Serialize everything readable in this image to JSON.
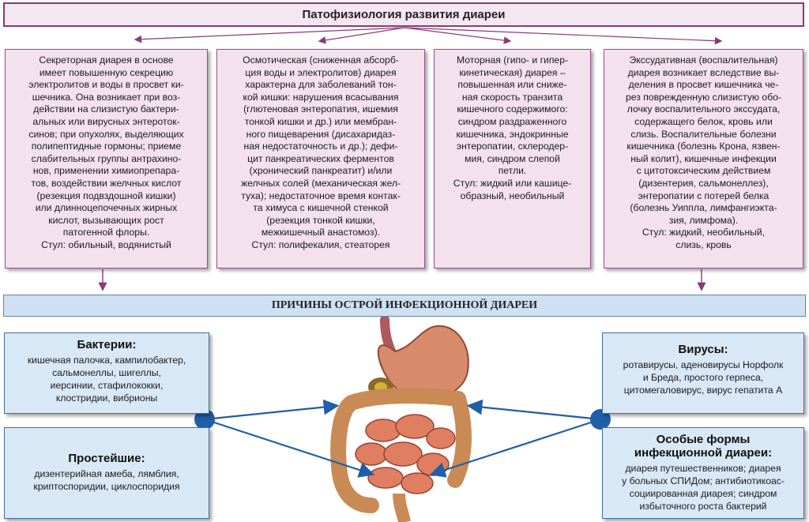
{
  "title": "Патофизиология развития диареи",
  "mechanisms": {
    "secretory": "Секреторная диарея в основе\nимеет повышенную секрецию\nэлектролитов и воды в просвет ки-\nшечника. Она возникает при воз-\nдействии на слизистую бактери-\nальных  или вирусных энтероток-\nсинов; при опухолях, выделяющих\nполипептидные гормоны; приеме\nслабительных группы антрахино-\nнов, применении химиопрепара-\nтов, воздействии желчных кислот\n(резекция подвздошной кишки)\nили длинноцепочечных жирных\nкислот, вызывающих рост\nпатогенной флоры.\nСтул: обильный, водянистый",
    "osmotic": "Осмотическая (сниженная абсорб-\nция воды и электролитов) диарея\nхарактерна для заболеваний тон-\nкой кишки: нарушения всасывания\n(глютеновая энтеропатия, ишемия\nтонкой кишки и др.) или мембран-\nного пищеварения (дисахаридаз-\nная недостаточность и др.); дефи-\nцит панкреатических ферментов\n(хронический панкреатит) и/или\nжелчных солей (механическая жел-\nтуха); недостаточное время контак-\nта химуса с кишечной стенкой\n(резекция тонкой кишки,\nмежкишечный анастомоз).\nСтул: полифекалия, стеаторея",
    "motor": "Моторная (гипо- и гипер-\nкинетическая) диарея –\nповышенная или сниже-\nная скорость транзита\nкишечного содержимого:\nсиндром раздраженного\nкишечника, эндокринные\nэнтеропатии, склеродер-\nмия, синдром слепой\nпетли.\nСтул: жидкий или кашице-\nобразный, необильный",
    "exudative": "Экссудативная (воспалительная)\nдиарея  возникает  вследствие  вы-\nделения в просвет кишечника че-\nрез поврежденную слизистую обо-\nлочку воспалительного экссудата,\nсодержащего белок, кровь или\nслизь. Воспалительные болезни\nкишечника (болезнь Крона, язвен-\nный колит),  кишечные инфекции\nс цитотоксическим действием\n(дизентерия, сальмонеллез),\nэнтеропатии с потерей белка\n(болезнь Уиппла, лимфангиэкта-\nзия, лимфома).\nСтул: жидкий, необильный,\nслизь, кровь"
  },
  "causes_title": "ПРИЧИНЫ ОСТРОЙ ИНФЕКЦИОННОЙ ДИАРЕИ",
  "causes": {
    "bacteria": {
      "heading": "Бактерии:",
      "body": "кишечная палочка, кампилобактер,\nсальмонеллы, шигеллы,\nиерсинии, стафилококки,\nклостридии, вибрионы"
    },
    "protozoa": {
      "heading": "Простейшие:",
      "body": "дизентерийная амеба, лямблия,\nкриптоспоридии, циклоспоридия"
    },
    "viruses": {
      "heading": "Вирусы:",
      "body": "ротавирусы, аденовирусы Норфолк\nи Бреда, простого герпеса,\nцитомегаловирус, вирус гепатита А"
    },
    "special": {
      "heading": "Особые формы\nинфекционной диареи:",
      "body": "диарея путешественников; диарея\nу больных СПИДом; антибиотикоас-\nсоциированная диарея; синдром\nизбыточного роста бактерий"
    }
  },
  "colors": {
    "purple_border": "#9a4b89",
    "purple_fill": "#f3e1ee",
    "blue_border": "#3f6e9f",
    "blue_fill": "#d9e8f6",
    "connector": "#1f5ea8"
  },
  "illustration": "digestive-tract-illustration"
}
